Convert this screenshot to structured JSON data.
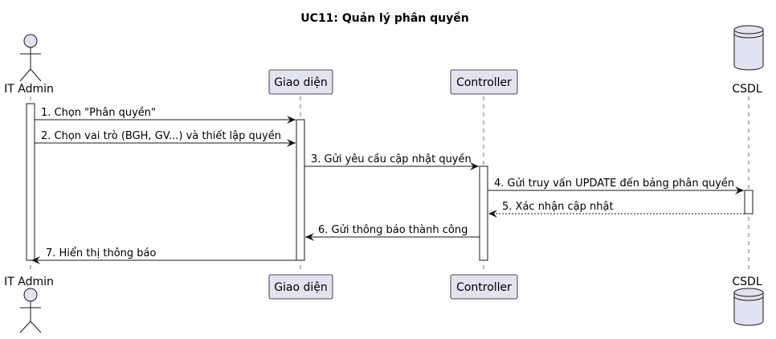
{
  "title": "UC11: Quản lý phân quyền",
  "participants": [
    {
      "id": "admin",
      "label": "IT Admin",
      "kind": "actor"
    },
    {
      "id": "ui",
      "label": "Giao diện",
      "kind": "participant"
    },
    {
      "id": "ctrl",
      "label": "Controller",
      "kind": "participant"
    },
    {
      "id": "db",
      "label": "CSDL",
      "kind": "database"
    }
  ],
  "messages": [
    {
      "from": "admin",
      "to": "ui",
      "label": "1. Chọn \"Phân quyền\"",
      "style": "solid"
    },
    {
      "from": "admin",
      "to": "ui",
      "label": "2. Chọn vai trò (BGH, GV...) và thiết lập quyền",
      "style": "solid"
    },
    {
      "from": "ui",
      "to": "ctrl",
      "label": "3. Gửi yêu cầu cập nhật quyền",
      "style": "solid"
    },
    {
      "from": "ctrl",
      "to": "db",
      "label": "4. Gửi truy vấn UPDATE đến bảng phân quyền",
      "style": "solid"
    },
    {
      "from": "db",
      "to": "ctrl",
      "label": "5. Xác nhận cập nhật",
      "style": "dashed"
    },
    {
      "from": "ctrl",
      "to": "ui",
      "label": "6. Gửi thông báo thành công",
      "style": "solid"
    },
    {
      "from": "ui",
      "to": "admin",
      "label": "7. Hiển thị thông báo",
      "style": "solid"
    }
  ],
  "colors": {
    "participant_fill": "#e2e2f0",
    "participant_stroke": "#181818",
    "lifeline": "#181818"
  }
}
